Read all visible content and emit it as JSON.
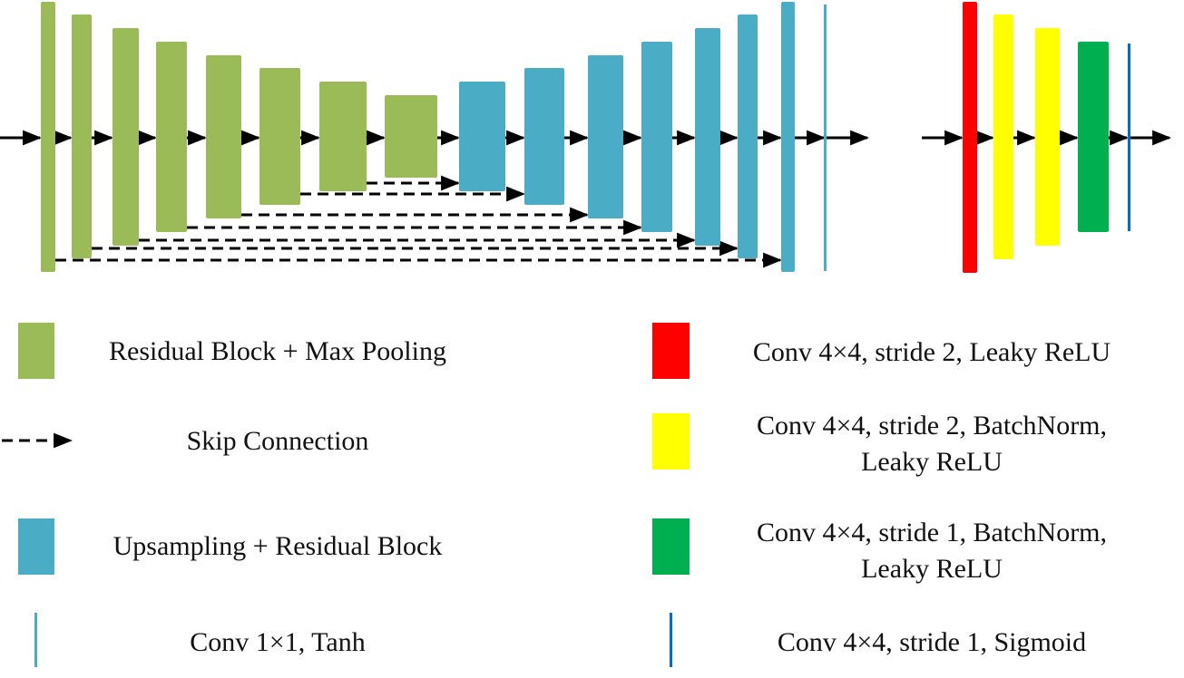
{
  "colors": {
    "residual_block": "#9BBB59",
    "upsampling": "#4BACC6",
    "conv_tanh": "#4BACC6",
    "disc_conv_leaky": "#FF0000",
    "disc_conv_bn": "#FFFF00",
    "disc_conv_stride1_bn": "#00B050",
    "disc_conv_sigmoid": "#0070C0",
    "arrow": "#000000"
  },
  "legend": {
    "residual": "Residual Block + Max Pooling",
    "skip": "Skip Connection",
    "upsampling": "Upsampling + Residual Block",
    "conv_tanh": "Conv 1×1, Tanh",
    "conv_leaky": "Conv 4×4, stride 2, Leaky ReLU",
    "conv_bn_line1": "Conv 4×4, stride 2, BatchNorm,",
    "conv_bn_line2": "Leaky ReLU",
    "conv_s1_bn_line1": "Conv 4×4, stride 1, BatchNorm,",
    "conv_s1_bn_line2": "Leaky ReLU",
    "conv_sigmoid": "Conv 4×4, stride 1, Sigmoid"
  }
}
